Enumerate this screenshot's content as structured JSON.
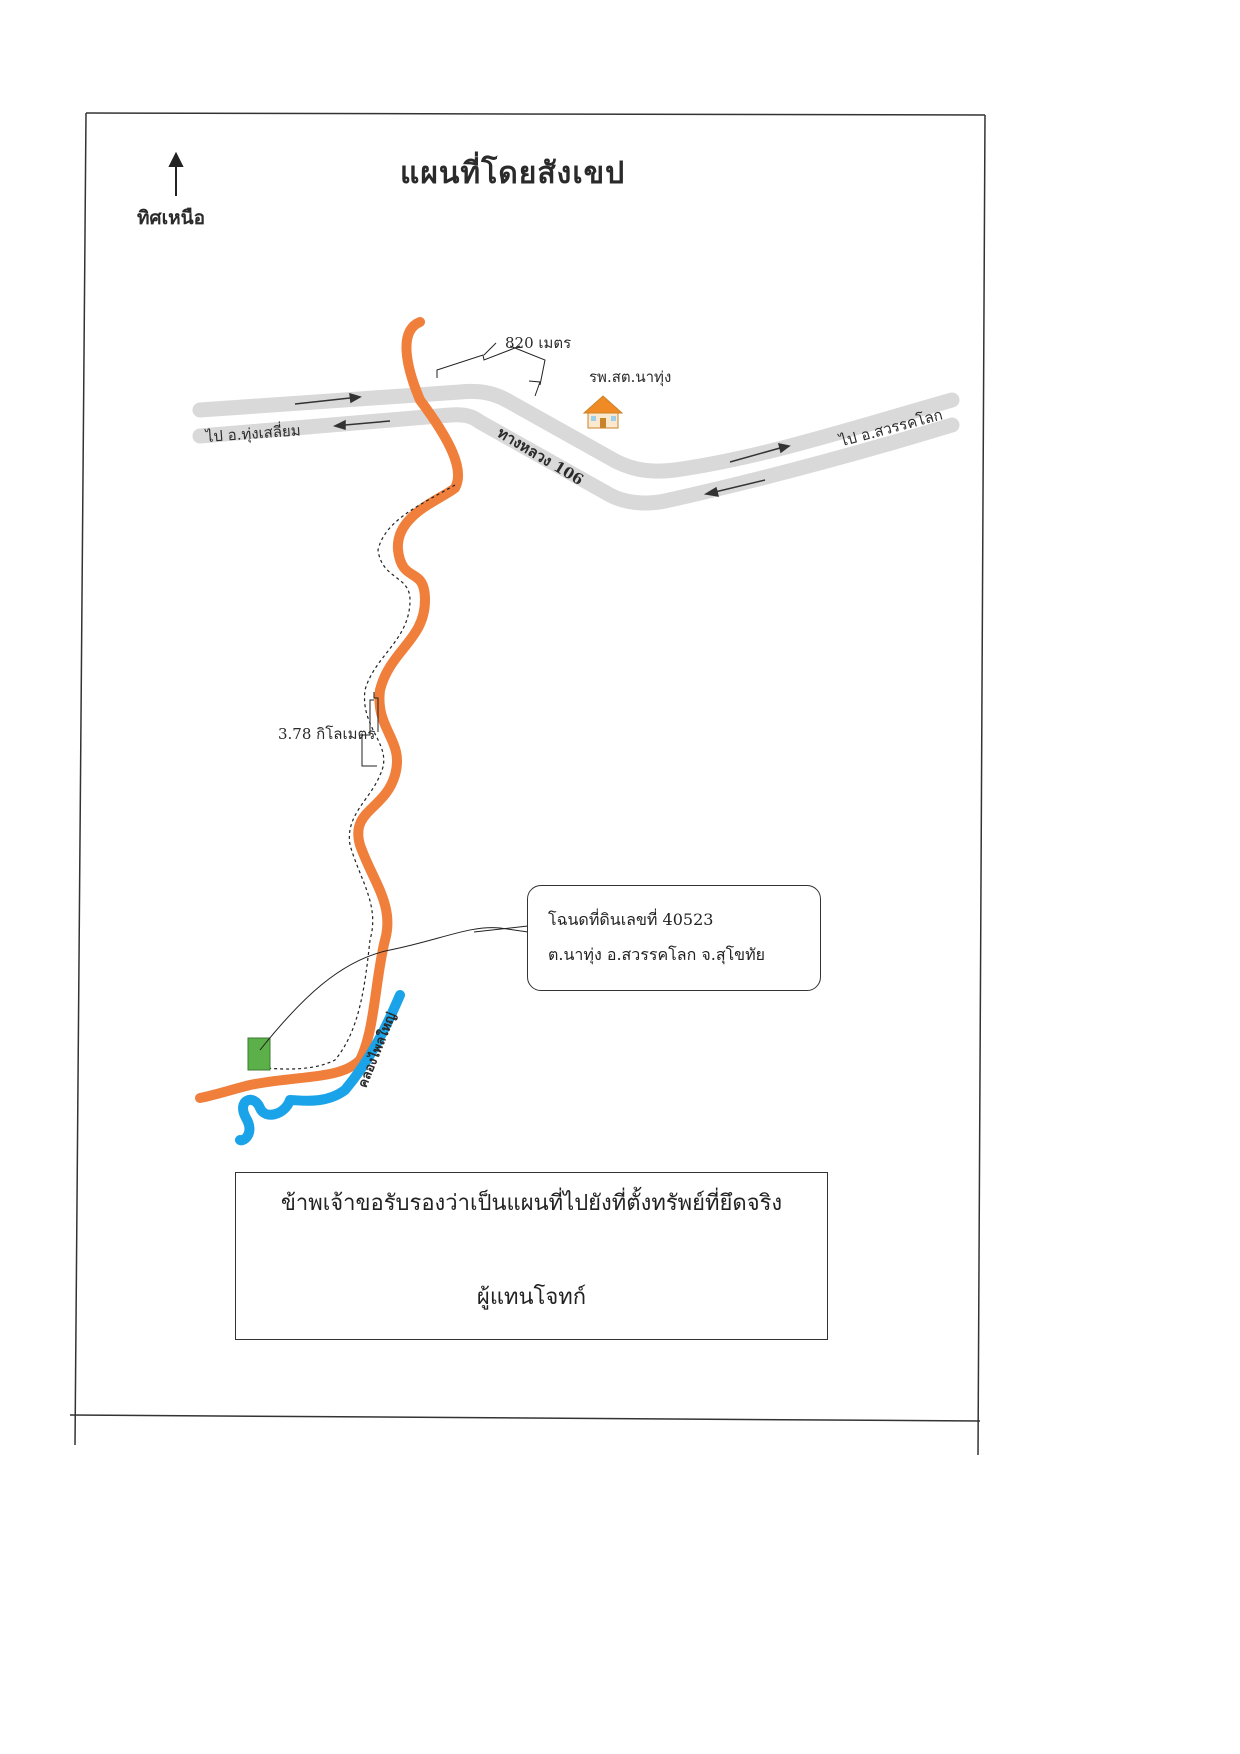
{
  "map": {
    "title": "แผนที่โดยสังเขป",
    "north_label": "ทิศเหนือ",
    "highway_label": "ทางหลวง 106",
    "road_west_label": "ไป อ.ทุ่งเสลี่ยม",
    "road_east_label": "ไป อ.สวรรคโลก",
    "hospital_label": "รพ.สต.นาทุ่ง",
    "distance_hospital": "820 เมตร",
    "distance_route": "3.78 กิโลเมตร",
    "canal_label": "คลองไพลใหญ่",
    "deed": {
      "line1": "โฉนดที่ดินเลขที่ 40523",
      "line2": "ต.นาทุ่ง อ.สวรรคโลก จ.สุโขทัย"
    },
    "certification": {
      "statement": "ข้าพเจ้าขอรับรองว่าเป็นแผนที่ไปยังที่ตั้งทรัพย์ที่ยึดจริง",
      "signer": "ผู้แทนโจทก์"
    },
    "colors": {
      "road": "#d9d9d9",
      "route": "#f07f3c",
      "canal": "#1aa3e8",
      "plot": "#5bb04a",
      "hospital_roof": "#f08a24"
    }
  }
}
